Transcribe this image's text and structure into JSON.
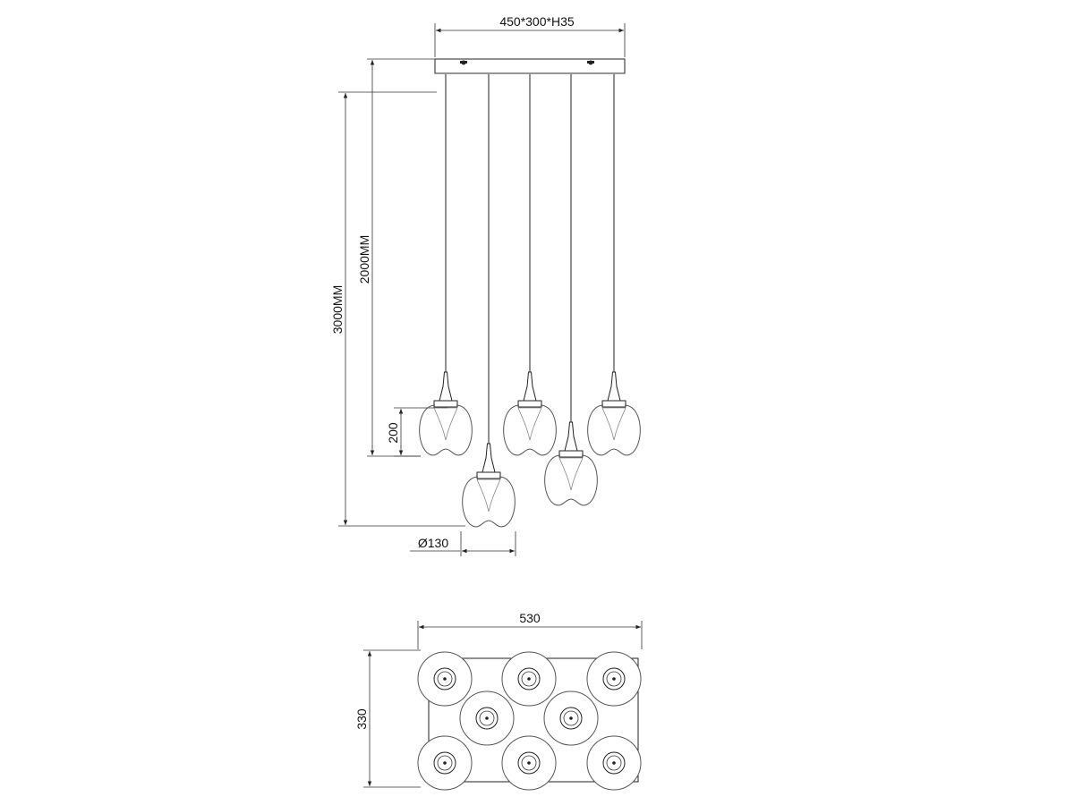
{
  "dimensions": {
    "canopy": "450*300*H35",
    "drop_long": "3000MM",
    "drop_short": "2000MM",
    "shade_height": "200",
    "shade_diameter": "Ø130",
    "top_width": "530",
    "top_depth": "330"
  },
  "colors": {
    "line": "#222222",
    "glass": "#555555"
  }
}
